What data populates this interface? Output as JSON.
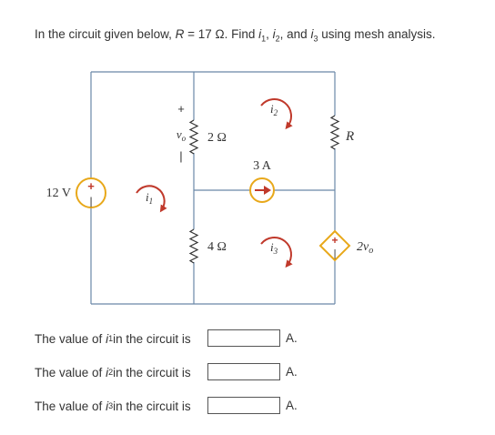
{
  "problem": {
    "text_before_r": "In the circuit given below, ",
    "r_symbol": "R",
    "r_value": " = 17 Ω. Find ",
    "i1": "i",
    "i1_sub": "1",
    "sep1": ", ",
    "i2": "i",
    "i2_sub": "2",
    "sep2": ", and ",
    "i3": "i",
    "i3_sub": "3",
    "text_after": " using mesh analysis."
  },
  "circuit": {
    "source_voltage": "12 V",
    "resistor_top": "2 Ω",
    "resistor_bottom": "4 Ω",
    "current_source": "3 A",
    "resistor_right": "R",
    "dependent_source": "2v",
    "dependent_source_sub": "o",
    "vo_label": "v",
    "vo_label_sub": "o",
    "plus": "+",
    "minus": "−",
    "mesh1": "i",
    "mesh1_sub": "1",
    "mesh2": "i",
    "mesh2_sub": "2",
    "mesh3": "i",
    "mesh3_sub": "3",
    "wire_color": "#6b88a8",
    "arrow_color": "#c0392b",
    "source_color": "#e8a81a"
  },
  "answers": [
    {
      "prefix": "The value of ",
      "var": "i",
      "sub": "1",
      "suffix": " in the circuit is",
      "value": "",
      "unit": "A."
    },
    {
      "prefix": "The value of ",
      "var": "i",
      "sub": "2",
      "suffix": " in the circuit is",
      "value": "",
      "unit": "A."
    },
    {
      "prefix": "The value of ",
      "var": "i",
      "sub": "3",
      "suffix": " in the circuit is",
      "value": "",
      "unit": "A."
    }
  ]
}
